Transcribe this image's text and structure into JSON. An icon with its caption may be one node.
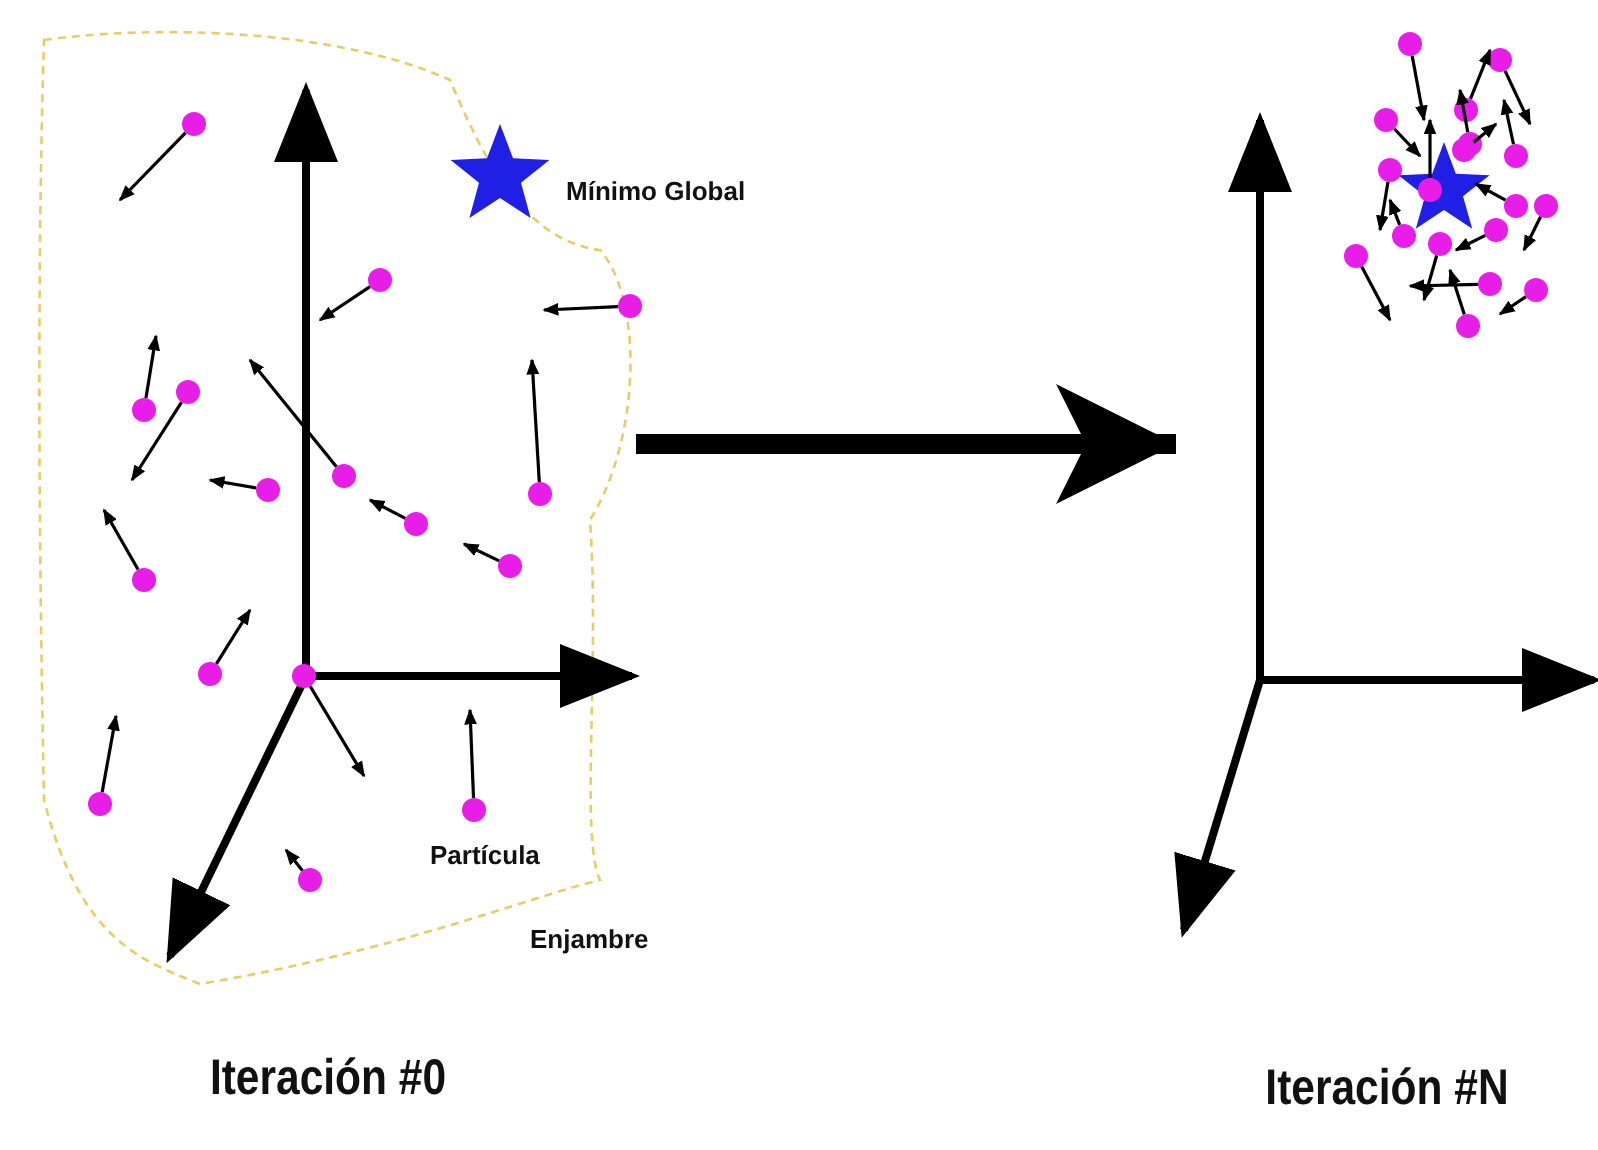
{
  "diagram": {
    "nodes": [
      {
        "text": [
          "Iteración #0"
        ]
      },
      {
        "text": [
          "Iteración #N"
        ]
      }
    ],
    "edges": [
      {
        "from": 0,
        "to": 1,
        "arrow": "to"
      }
    ],
    "labels": [
      "Mínimo Global",
      "Partícula",
      "Enjambre"
    ]
  }
}
